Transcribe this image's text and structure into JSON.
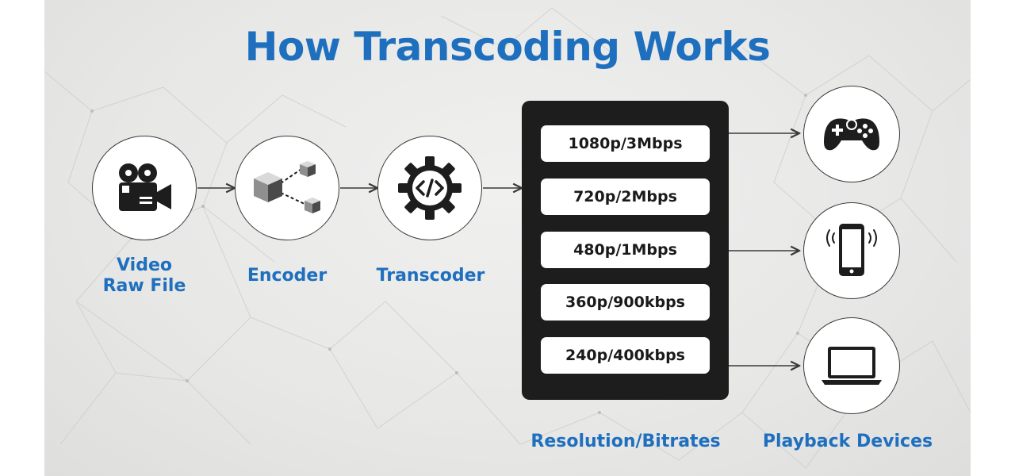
{
  "title": "How Transcoding Works",
  "steps": [
    {
      "label_line1": "Video",
      "label_line2": "Raw File",
      "icon": "video-camera-icon"
    },
    {
      "label": "Encoder",
      "icon": "cubes-icon"
    },
    {
      "label": "Transcoder",
      "icon": "code-gear-icon"
    }
  ],
  "renditions": {
    "label": "Resolution/Bitrates",
    "items": [
      "1080p/3Mbps",
      "720p/2Mbps",
      "480p/1Mbps",
      "360p/900kbps",
      "240p/400kbps"
    ]
  },
  "devices": {
    "label": "Playback Devices",
    "items": [
      {
        "icon": "gamepad-icon"
      },
      {
        "icon": "smartphone-icon"
      },
      {
        "icon": "laptop-icon"
      }
    ]
  },
  "colors": {
    "accent": "#1f6fbf",
    "panel": "#1d1d1d",
    "line": "#3a3a3a"
  }
}
